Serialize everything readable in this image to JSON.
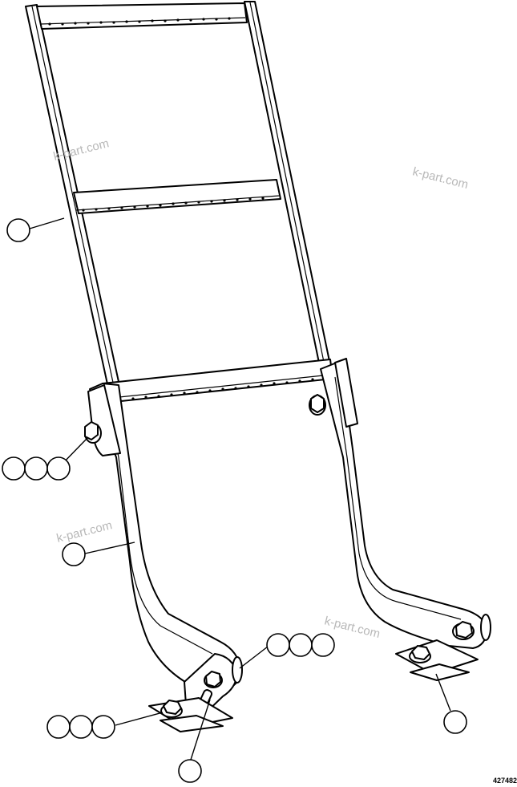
{
  "drawing": {
    "drawing_number": "427482",
    "watermarks": [
      "k-part.com",
      "k-part.com",
      "k-part.com",
      "k-part.com"
    ]
  }
}
